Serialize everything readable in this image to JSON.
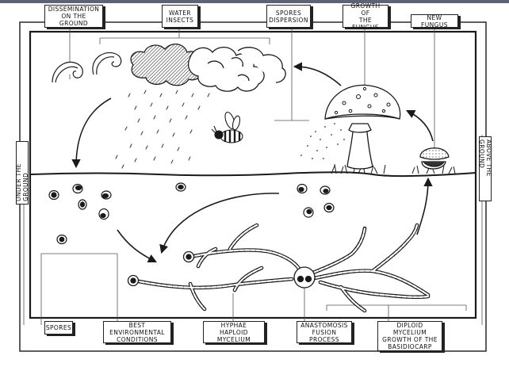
{
  "top_labels": {
    "dissemination": "DISSEMINATION\nON THE GROUND",
    "water_insects": "WATER\nINSECTS",
    "spores_dispersion": "SPORES\nDISPERSION",
    "growth_fungus": "GROWTH OF\nTHE FUNGUS",
    "new_fungus": "NEW FUNGUS"
  },
  "side_labels": {
    "under_ground": "UNDER THE GROUND",
    "above_ground": "ABOVE THE GROUND"
  },
  "bottom_labels": {
    "spores": "SPORES",
    "best_env": "BEST ENVIRONMENTAL\nCONDITIONS",
    "hyphae": "HYPHAE\nHAPLOID MYCELIUM",
    "anastomosis": "ANASTOMOSIS\nFUSION PROCESS",
    "diploid": "DIPLOID MYCELIUM\nGROWTH OF THE\nBASIDIOCARP"
  },
  "colors": {
    "ink": "#1a1a1a",
    "background": "#ffffff",
    "topbar": "#5b6470"
  }
}
